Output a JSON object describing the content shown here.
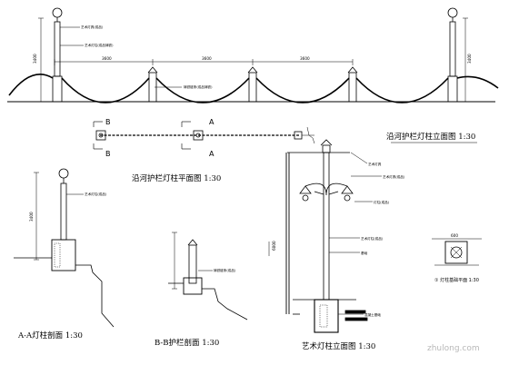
{
  "elevation": {
    "title": "沿河护栏灯柱立面图  1:30",
    "dims": [
      "3600",
      "3600",
      "3600"
    ],
    "left_height_dim": "3400",
    "right_height_dim": "3400",
    "note_lamp": "艺术灯具(成品)",
    "note_post": "艺术灯柱(成品铸铁)",
    "note_chain": "铸铁链条(成品铸铁)"
  },
  "plan": {
    "title": "沿河护栏灯柱平面图  1:30",
    "section_a": "A",
    "section_b": "B"
  },
  "section_aa": {
    "title": "A-A灯柱剖面  1:30",
    "height_dim": "3400",
    "note": "艺术灯柱(成品)"
  },
  "section_bb": {
    "title": "B-B护栏剖面  1:30",
    "note": "铸铁链条(成品)"
  },
  "art_lamp": {
    "title": "艺术灯柱立面图  1:30",
    "height_dim": "6000",
    "notes": [
      "艺术灯具",
      "艺术灯具(成品)",
      "灯柱(成品)",
      "艺术灯柱(成品)",
      "基础",
      "混凝土基础"
    ]
  },
  "base_plan": {
    "title": "① 灯柱基础平面  1:30",
    "dim": "600"
  },
  "watermark": "zhulong.com"
}
